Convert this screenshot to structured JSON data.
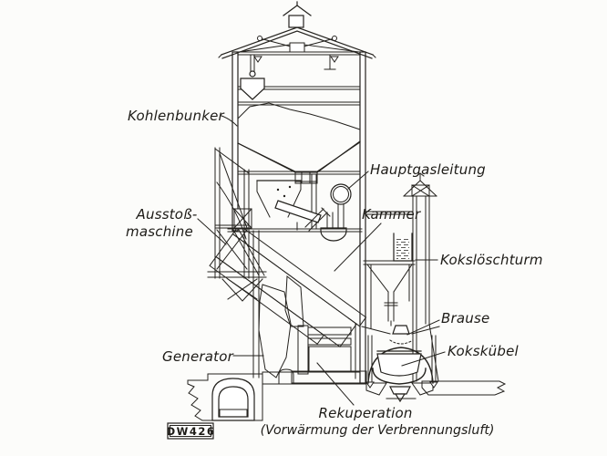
{
  "figure": {
    "code_stamp": "DW426",
    "kind": "sectional drawing of an inclined-chamber coking plant"
  },
  "colors": {
    "ink": "#24221e",
    "paper": "#fcfcfa"
  },
  "labels": {
    "kohlenbunker": "Kohlenbunker",
    "ausstossmaschine_line1": "Ausstoß-",
    "ausstossmaschine_line2": "maschine",
    "hauptgasleitung": "Hauptgasleitung",
    "kammer": "Kammer",
    "koksloeschturm": "Kokslöschturm",
    "brause": "Brause",
    "kokskuebel": "Kokskübel",
    "generator": "Generator",
    "rekuperation": "Rekuperation",
    "rekuperation_sub": "(Vorwärmung der Verbrennungsluft)"
  }
}
